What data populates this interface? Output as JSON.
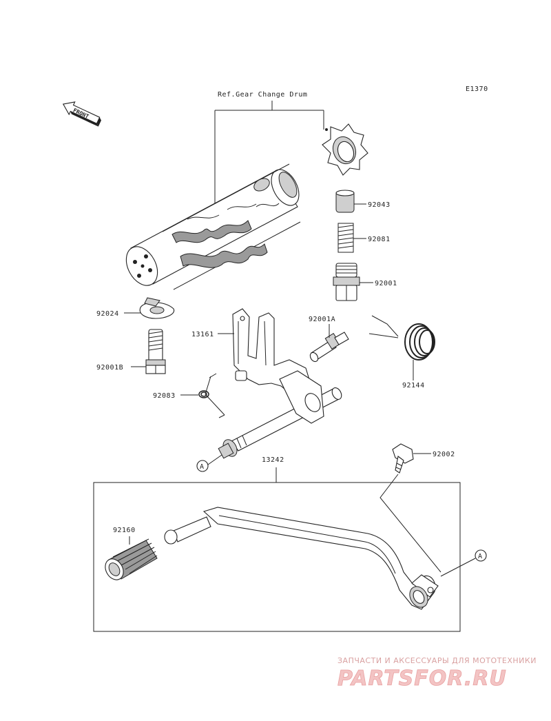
{
  "diagram_code": "E1370",
  "front_arrow": {
    "text": "FRONT",
    "icon": "front-arrow-icon"
  },
  "ref_label": "Ref.Gear Change Drum",
  "parts": {
    "p92043": "92043",
    "p92081": "92081",
    "p92001": "92001",
    "p92024": "92024",
    "p13161": "13161",
    "p92001A": "92001A",
    "p92001B": "92001B",
    "p92144": "92144",
    "p92083": "92083",
    "p13242": "13242",
    "p92002": "92002",
    "p92160": "92160"
  },
  "markers": {
    "a1": "A",
    "a2": "A"
  },
  "watermark": {
    "line1": "ЗАПЧАСТИ И АКСЕССУАРЫ ДЛЯ МОТОТЕХНИКИ",
    "line2": "PARTSFOR.RU"
  }
}
